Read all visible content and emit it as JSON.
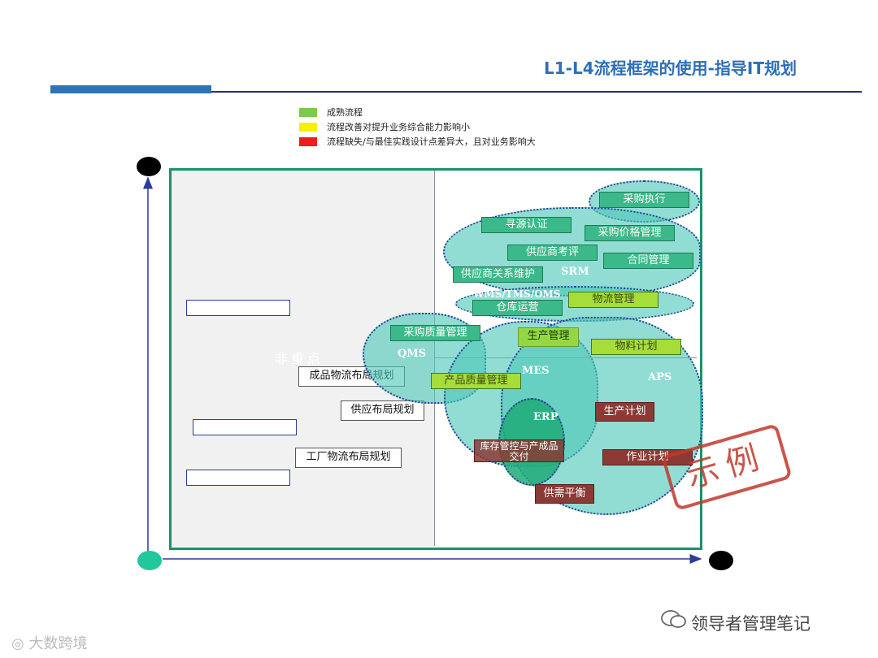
{
  "header": {
    "title": "L1-L4流程框架的使用-指导IT规划"
  },
  "legend": [
    {
      "color": "#7dc84d",
      "label": "成熟流程"
    },
    {
      "color": "#f7f000",
      "label": "流程改善对提升业务综合能力影响小"
    },
    {
      "color": "#ee1c1c",
      "label": "流程缺失/与最佳实践设计点差异大，且对业务影响大"
    }
  ],
  "left_quadrant": {
    "label": "非重点",
    "items": [
      "成品物流布局规划",
      "供应布局规划",
      "工厂物流布局规划"
    ]
  },
  "systems": {
    "srm": "SRM",
    "wms": "WMS/TMS/OMS",
    "qms": "QMS",
    "mes": "MES",
    "aps": "APS",
    "erp": "ERP"
  },
  "processes": {
    "purchase_exec": "采购执行",
    "sourcing": "寻源认证",
    "purchase_price": "采购价格管理",
    "supplier_eval": "供应商考评",
    "contract": "合同管理",
    "supplier_rel": "供应商关系维护",
    "warehouse": "仓库运营",
    "logistics": "物流管理",
    "purchase_quality": "采购质量管理",
    "production_mgmt": "生产管理",
    "material_plan": "物料计划",
    "product_quality": "产品质量管理",
    "production_plan": "生产计划",
    "inventory": "库存管控与产成品交付",
    "work_plan": "作业计划",
    "supply_demand": "供需平衡"
  },
  "stamp": "示例",
  "watermarks": {
    "right": "领导者管理笔记",
    "left": "大数跨境"
  }
}
